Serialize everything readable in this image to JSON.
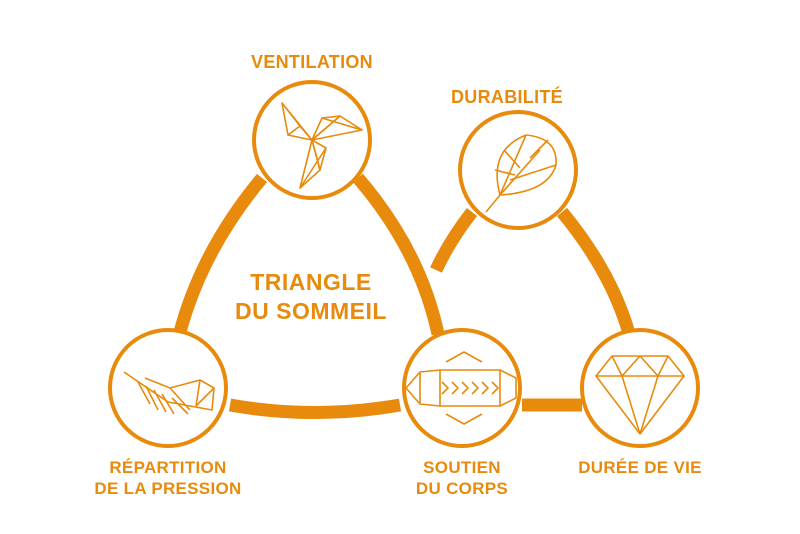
{
  "colors": {
    "accent": "#e88a0c",
    "background": "#ffffff"
  },
  "center_title": {
    "line1": "TRIANGLE",
    "line2": "DU SOMMEIL"
  },
  "nodes": {
    "ventilation": {
      "label": "VENTILATION",
      "icon": "pinwheel-icon"
    },
    "durabilite": {
      "label": "DURABILITÉ",
      "icon": "leaf-icon"
    },
    "repartition": {
      "line1": "RÉPARTITION",
      "line2": "DE LA PRESSION",
      "icon": "feather-icon"
    },
    "soutien": {
      "line1": "SOUTIEN",
      "line2": "DU CORPS",
      "icon": "spine-icon"
    },
    "duree": {
      "label": "DURÉE DE VIE",
      "icon": "diamond-icon"
    }
  }
}
